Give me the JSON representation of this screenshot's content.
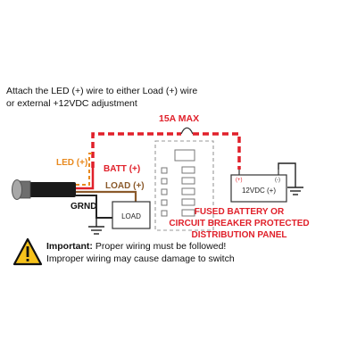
{
  "instructions": {
    "line1": "Attach the LED (+) wire to either Load (+) wire",
    "line2": "or external +12VDC adjustment"
  },
  "labels": {
    "max_current": "15A MAX",
    "led": "LED (+)",
    "batt": "BATT (+)",
    "load_wire": "LOAD (+)",
    "ground": "GRND",
    "load_box": "LOAD",
    "battery": "12VDC (+)",
    "battery_plus": "(+)",
    "battery_minus": "(-)",
    "panel_line1": "FUSED BATTERY OR",
    "panel_line2": "CIRCUIT BREAKER PROTECTED",
    "panel_line3": "DISTRIBUTION PANEL"
  },
  "warning": {
    "bold": "Important:",
    "rest": " Proper wiring must be followed!",
    "line2": "Improper wiring may cause damage to switch",
    "icon": "warning-triangle-icon"
  },
  "colors": {
    "red": "#e0202a",
    "orange": "#e8891e",
    "brown": "#8b5a2b",
    "switch_gray": "#9a9a9a"
  }
}
